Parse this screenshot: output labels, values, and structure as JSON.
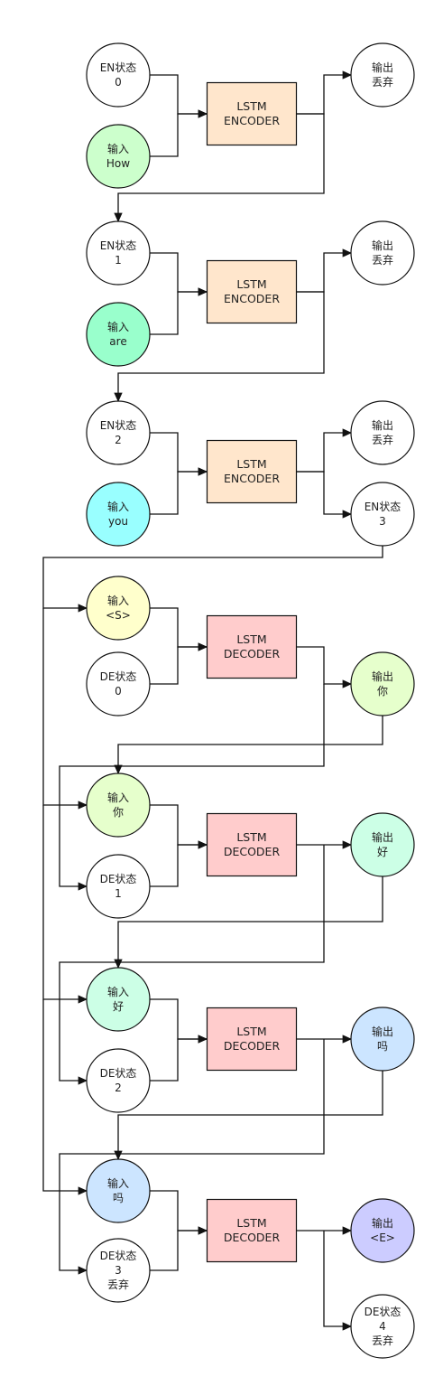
{
  "colors": {
    "white": "#ffffff",
    "encoder": "#ffe6cc",
    "decoder": "#ffcccc",
    "input_how": "#ccffcc",
    "input_are": "#99ffcc",
    "input_you": "#99ffff",
    "input_start": "#ffffcc",
    "input_ni": "#e6ffcc",
    "input_hao": "#ccffe6",
    "input_ma": "#cce5ff",
    "output_ni": "#e6ffcc",
    "output_hao": "#ccffe6",
    "output_ma": "#cce5ff",
    "output_end": "#ccccff",
    "stroke": "#111111"
  },
  "nodes": [
    {
      "id": "en-state-0",
      "kind": "circle",
      "lines": [
        "EN状态",
        "0"
      ],
      "color": "white"
    },
    {
      "id": "input-how",
      "kind": "circle",
      "lines": [
        "输入",
        "How"
      ],
      "color": "input_how"
    },
    {
      "id": "encoder-1",
      "kind": "box",
      "lines": [
        "LSTM",
        "ENCODER"
      ],
      "color": "encoder"
    },
    {
      "id": "discard-1",
      "kind": "circle",
      "lines": [
        "输出",
        "丢弃"
      ],
      "color": "white"
    },
    {
      "id": "en-state-1",
      "kind": "circle",
      "lines": [
        "EN状态",
        "1"
      ],
      "color": "white"
    },
    {
      "id": "input-are",
      "kind": "circle",
      "lines": [
        "输入",
        "are"
      ],
      "color": "input_are"
    },
    {
      "id": "encoder-2",
      "kind": "box",
      "lines": [
        "LSTM",
        "ENCODER"
      ],
      "color": "encoder"
    },
    {
      "id": "discard-2",
      "kind": "circle",
      "lines": [
        "输出",
        "丢弃"
      ],
      "color": "white"
    },
    {
      "id": "en-state-2",
      "kind": "circle",
      "lines": [
        "EN状态",
        "2"
      ],
      "color": "white"
    },
    {
      "id": "input-you",
      "kind": "circle",
      "lines": [
        "输入",
        "you"
      ],
      "color": "input_you"
    },
    {
      "id": "encoder-3",
      "kind": "box",
      "lines": [
        "LSTM",
        "ENCODER"
      ],
      "color": "encoder"
    },
    {
      "id": "discard-3",
      "kind": "circle",
      "lines": [
        "输出",
        "丢弃"
      ],
      "color": "white"
    },
    {
      "id": "en-state-3",
      "kind": "circle",
      "lines": [
        "EN状态",
        "3"
      ],
      "color": "white"
    },
    {
      "id": "input-start",
      "kind": "circle",
      "lines": [
        "输入",
        "<S>"
      ],
      "color": "input_start"
    },
    {
      "id": "de-state-0",
      "kind": "circle",
      "lines": [
        "DE状态",
        "0"
      ],
      "color": "white"
    },
    {
      "id": "decoder-1",
      "kind": "box",
      "lines": [
        "LSTM",
        "DECODER"
      ],
      "color": "decoder"
    },
    {
      "id": "output-ni",
      "kind": "circle",
      "lines": [
        "输出",
        "你"
      ],
      "color": "output_ni"
    },
    {
      "id": "input-ni",
      "kind": "circle",
      "lines": [
        "输入",
        "你"
      ],
      "color": "input_ni"
    },
    {
      "id": "de-state-1",
      "kind": "circle",
      "lines": [
        "DE状态",
        "1"
      ],
      "color": "white"
    },
    {
      "id": "decoder-2",
      "kind": "box",
      "lines": [
        "LSTM",
        "DECODER"
      ],
      "color": "decoder"
    },
    {
      "id": "output-hao",
      "kind": "circle",
      "lines": [
        "输出",
        "好"
      ],
      "color": "output_hao"
    },
    {
      "id": "input-hao",
      "kind": "circle",
      "lines": [
        "输入",
        "好"
      ],
      "color": "input_hao"
    },
    {
      "id": "de-state-2",
      "kind": "circle",
      "lines": [
        "DE状态",
        "2"
      ],
      "color": "white"
    },
    {
      "id": "decoder-3",
      "kind": "box",
      "lines": [
        "LSTM",
        "DECODER"
      ],
      "color": "decoder"
    },
    {
      "id": "output-ma",
      "kind": "circle",
      "lines": [
        "输出",
        "吗"
      ],
      "color": "output_ma"
    },
    {
      "id": "input-ma",
      "kind": "circle",
      "lines": [
        "输入",
        "吗"
      ],
      "color": "input_ma"
    },
    {
      "id": "de-state-3",
      "kind": "circle",
      "lines": [
        "DE状态",
        "3",
        "丢弃"
      ],
      "color": "white"
    },
    {
      "id": "decoder-4",
      "kind": "box",
      "lines": [
        "LSTM",
        "DECODER"
      ],
      "color": "decoder"
    },
    {
      "id": "output-end",
      "kind": "circle",
      "lines": [
        "输出",
        "<E>"
      ],
      "color": "output_end"
    },
    {
      "id": "de-state-4",
      "kind": "circle",
      "lines": [
        "DE状态",
        "4",
        "丢弃"
      ],
      "color": "white"
    }
  ],
  "edges": [
    {
      "from": "en-state-0",
      "to": "encoder-1"
    },
    {
      "from": "input-how",
      "to": "encoder-1"
    },
    {
      "from": "encoder-1",
      "to": "discard-1"
    },
    {
      "from": "encoder-1",
      "to": "en-state-1"
    },
    {
      "from": "en-state-1",
      "to": "encoder-2"
    },
    {
      "from": "input-are",
      "to": "encoder-2"
    },
    {
      "from": "encoder-2",
      "to": "discard-2"
    },
    {
      "from": "encoder-2",
      "to": "en-state-2"
    },
    {
      "from": "en-state-2",
      "to": "encoder-3"
    },
    {
      "from": "input-you",
      "to": "encoder-3"
    },
    {
      "from": "encoder-3",
      "to": "discard-3"
    },
    {
      "from": "encoder-3",
      "to": "en-state-3"
    },
    {
      "from": "en-state-3",
      "to": "input-start"
    },
    {
      "from": "en-state-3",
      "to": "input-ni"
    },
    {
      "from": "en-state-3",
      "to": "input-hao"
    },
    {
      "from": "en-state-3",
      "to": "input-ma"
    },
    {
      "from": "input-start",
      "to": "decoder-1"
    },
    {
      "from": "de-state-0",
      "to": "decoder-1"
    },
    {
      "from": "decoder-1",
      "to": "output-ni"
    },
    {
      "from": "decoder-1",
      "to": "de-state-1"
    },
    {
      "from": "output-ni",
      "to": "input-ni"
    },
    {
      "from": "input-ni",
      "to": "decoder-2"
    },
    {
      "from": "de-state-1",
      "to": "decoder-2"
    },
    {
      "from": "decoder-2",
      "to": "output-hao"
    },
    {
      "from": "decoder-2",
      "to": "de-state-2"
    },
    {
      "from": "output-hao",
      "to": "input-hao"
    },
    {
      "from": "input-hao",
      "to": "decoder-3"
    },
    {
      "from": "de-state-2",
      "to": "decoder-3"
    },
    {
      "from": "decoder-3",
      "to": "output-ma"
    },
    {
      "from": "decoder-3",
      "to": "de-state-3"
    },
    {
      "from": "output-ma",
      "to": "input-ma"
    },
    {
      "from": "input-ma",
      "to": "decoder-4"
    },
    {
      "from": "de-state-3",
      "to": "decoder-4"
    },
    {
      "from": "decoder-4",
      "to": "output-end"
    },
    {
      "from": "decoder-4",
      "to": "de-state-4"
    }
  ]
}
